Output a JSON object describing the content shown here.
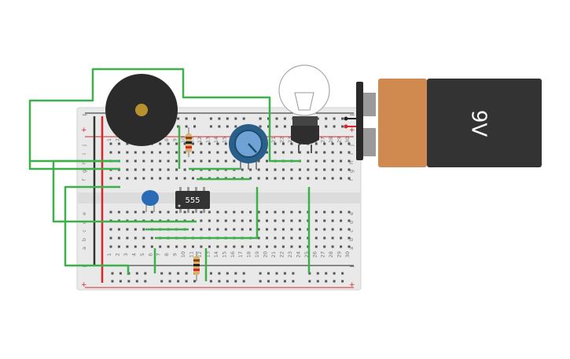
{
  "battery": {
    "label": "9V",
    "body_color": "#333333",
    "cap_color": "#d08a50"
  },
  "ic": {
    "label": "555",
    "color": "#333333"
  },
  "breadboard": {
    "row_letters_top": [
      "j",
      "i",
      "h",
      "g",
      "f"
    ],
    "row_letters_bottom": [
      "e",
      "d",
      "c",
      "b",
      "a"
    ],
    "rail_plus": "+",
    "rail_minus": "−",
    "column_numbers": [
      "1",
      "2",
      "3",
      "4",
      "5",
      "6",
      "7",
      "8",
      "9",
      "10",
      "11",
      "12",
      "13",
      "14",
      "15",
      "16",
      "17",
      "18",
      "19",
      "20",
      "21",
      "22",
      "23",
      "24",
      "25",
      "26",
      "27",
      "28",
      "29",
      "30"
    ]
  },
  "colors": {
    "wire": "#3cb04a",
    "rail_red": "#d9262b",
    "rail_black": "#222222",
    "board": "#e8e8e8",
    "buzzer": "#2b2b2b",
    "capacitor": "#2a6bb5",
    "potentiometer": "#2a5f8a"
  }
}
